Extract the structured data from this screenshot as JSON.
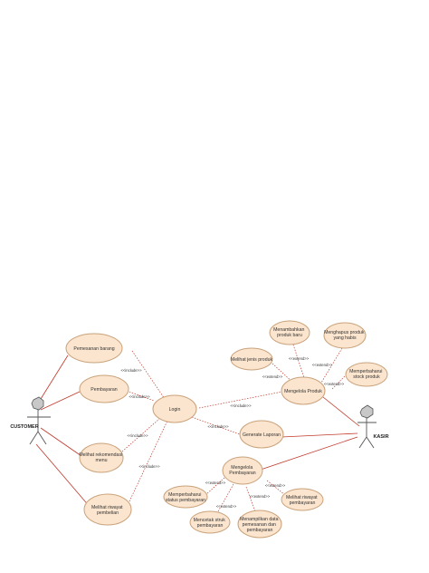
{
  "actors": {
    "customer": "CUSTOMER",
    "kasir": "KASIR"
  },
  "use_cases": {
    "pemesanan": [
      "Pemesanan barang"
    ],
    "pembayaran": [
      "Pembayaran"
    ],
    "rekomendasi": [
      "Melihat rekomendasi",
      "menu"
    ],
    "riwayat_pembelian": [
      "Melihat riwayat",
      "pembelian"
    ],
    "login": [
      "Login"
    ],
    "generate_laporan": [
      "Generate Laporan"
    ],
    "mengelola_pembayaran": [
      "Mengelola",
      "Pembayaran"
    ],
    "update_status": [
      "Memperbaharui",
      "status pembayaran"
    ],
    "cetak_struk": [
      "Mencetak struk",
      "pembayaran"
    ],
    "tampil_data": [
      "Menampilkan data",
      "pemesanan dan",
      "pembayaran"
    ],
    "riwayat_pembayaran": [
      "Melihat riwayat",
      "pembayaran"
    ],
    "mengelola_produk": [
      "Mengelola Produk"
    ],
    "jenis_produk": [
      "Melihat jenis produk"
    ],
    "tambah_produk": [
      "Menambahkan",
      "produk baru"
    ],
    "hapus_produk": [
      "Menghapus produk",
      "yang habis"
    ],
    "update_stok": [
      "Memperbaharui",
      "stock produk"
    ]
  },
  "relations": {
    "include": "<<include>>",
    "extend": "<<extend>>"
  }
}
